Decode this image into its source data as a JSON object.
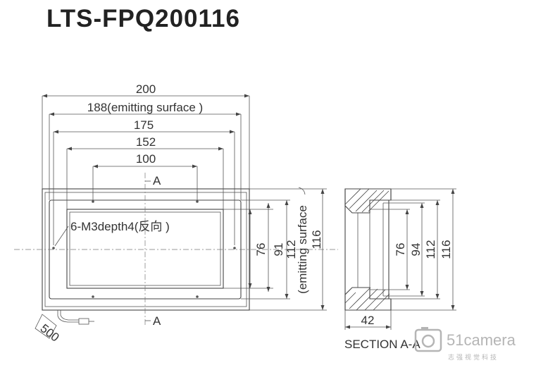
{
  "title": "LTS-FPQ200116",
  "front_view": {
    "dim_200": "200",
    "dim_188": "188(emitting surface )",
    "dim_175": "175",
    "dim_152": "152",
    "dim_100": "100",
    "section_mark_top": "A",
    "section_mark_bottom": "A",
    "screw_note": "6-M3depth4(反向 )",
    "dim_76": "76",
    "dim_91": "91",
    "dim_112_line1": "112",
    "dim_112_line2": "(emitting surface",
    "dim_116": "116",
    "cable_length": "500"
  },
  "section_view": {
    "dim_76": "76",
    "dim_94": "94",
    "dim_112": "112",
    "dim_116": "116",
    "dim_42": "42",
    "label": "SECTION A-A"
  },
  "watermark": {
    "brand": "51camera",
    "tagline": "志强视觉科技"
  }
}
